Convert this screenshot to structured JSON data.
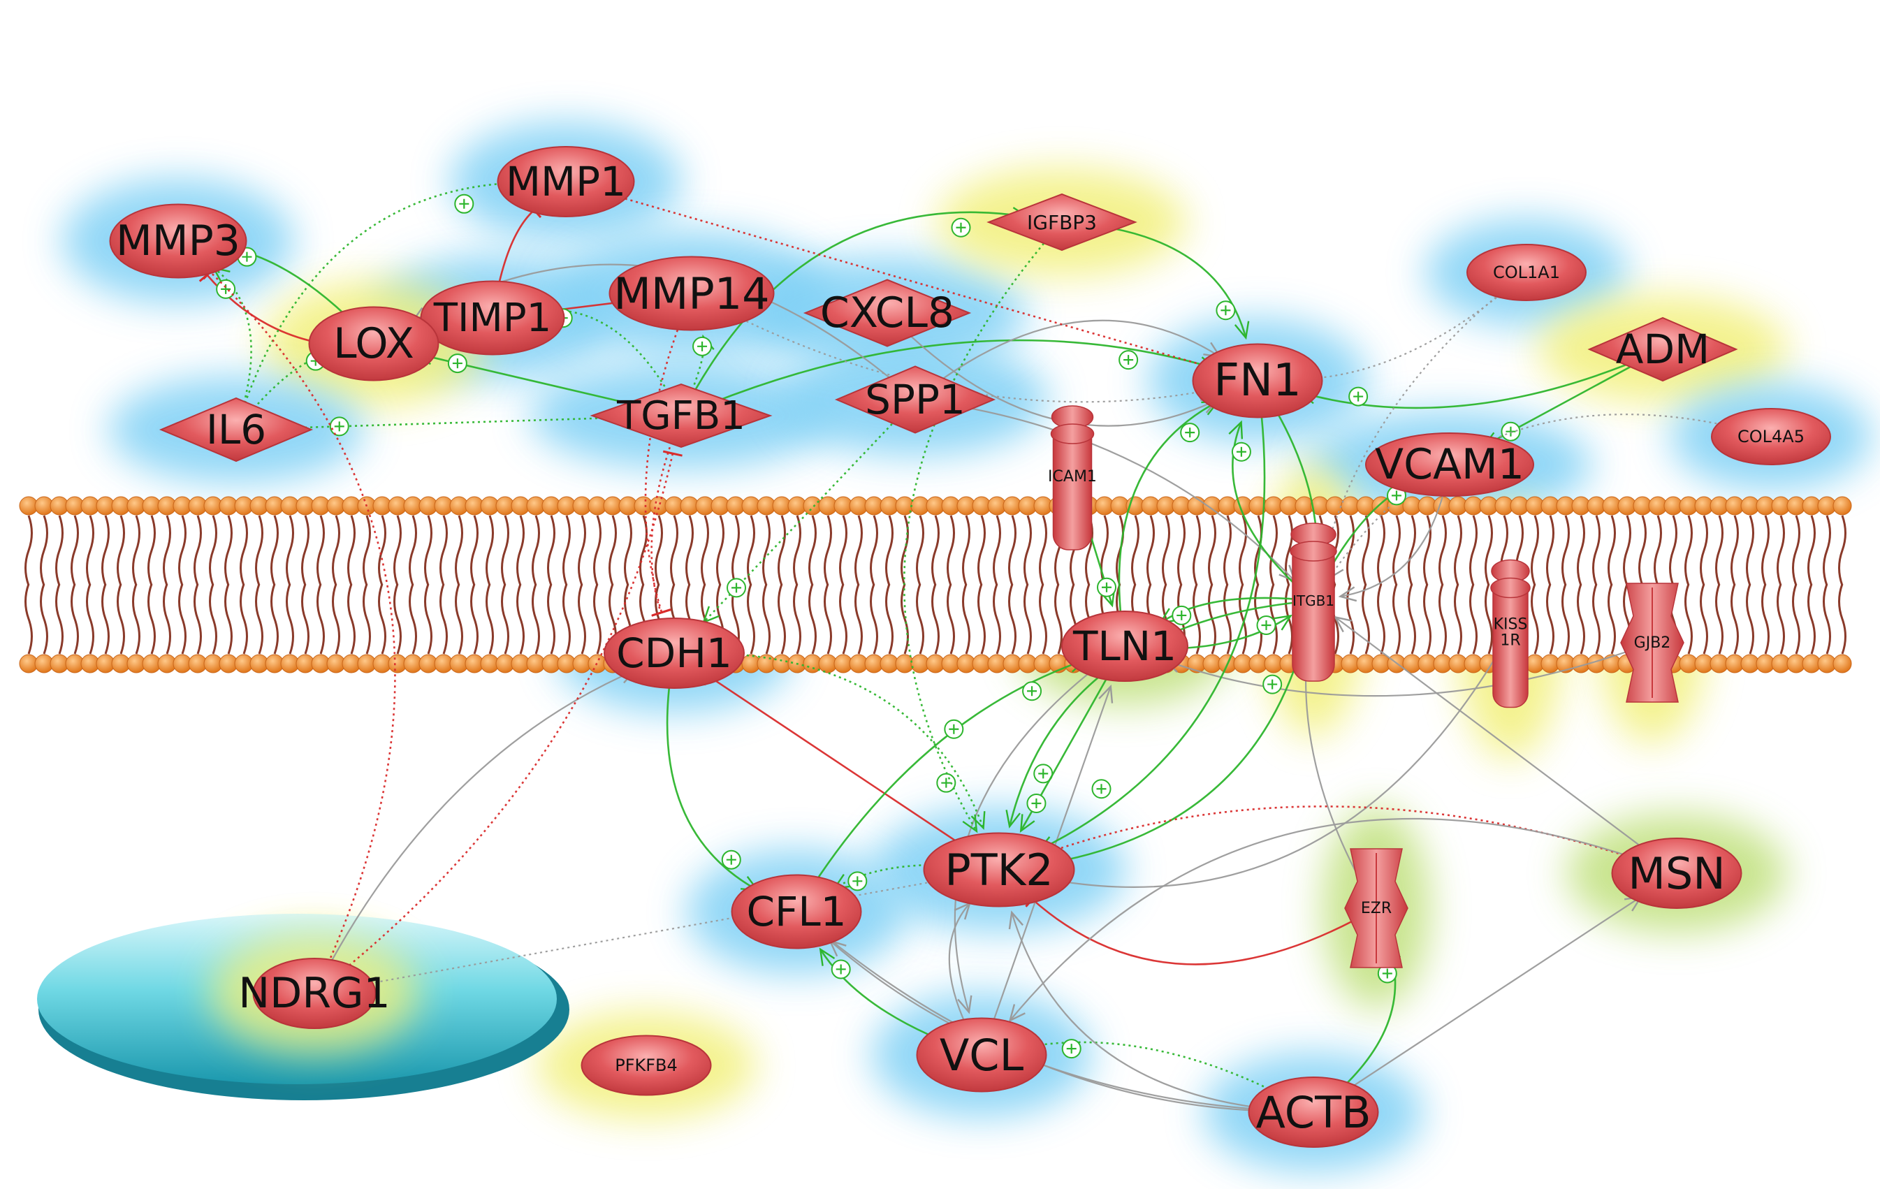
{
  "colors": {
    "node_fill": "#e2555a",
    "node_light": "#f7a3a3",
    "activation": "#2db52d",
    "inhibition": "#d92b2b",
    "neutral": "#9a9a9a",
    "membrane_head": "#f08a1e",
    "membrane_tail": "#8a3a2a",
    "halo_blue": "#7fd0f5",
    "halo_yellow": "#f2f07a",
    "halo_green": "#bfe07a",
    "nucleus": "#36bccb"
  },
  "nodes": [
    {
      "id": "MMP3",
      "label": "MMP3",
      "shape": "ellipse",
      "halo": "blue"
    },
    {
      "id": "MMP1",
      "label": "MMP1",
      "shape": "ellipse",
      "halo": "blue"
    },
    {
      "id": "TIMP1",
      "label": "TIMP1",
      "shape": "ellipse",
      "halo": "blue"
    },
    {
      "id": "MMP14",
      "label": "MMP14",
      "shape": "ellipse",
      "halo": "blue"
    },
    {
      "id": "LOX",
      "label": "LOX",
      "shape": "ellipse",
      "halo": "yellow"
    },
    {
      "id": "IL6",
      "label": "IL6",
      "shape": "diamond",
      "halo": "blue"
    },
    {
      "id": "TGFB1",
      "label": "TGFB1",
      "shape": "diamond",
      "halo": "blue"
    },
    {
      "id": "SPP1",
      "label": "SPP1",
      "shape": "diamond",
      "halo": "blue"
    },
    {
      "id": "CXCL8",
      "label": "CXCL8",
      "shape": "diamond",
      "halo": "blue"
    },
    {
      "id": "IGFBP3",
      "label": "IGFBP3",
      "shape": "diamond",
      "halo": "yellow"
    },
    {
      "id": "FN1",
      "label": "FN1",
      "shape": "ellipse",
      "halo": "blue"
    },
    {
      "id": "COL1A1",
      "label": "COL1A1",
      "shape": "ellipse",
      "halo": "blue"
    },
    {
      "id": "ADM",
      "label": "ADM",
      "shape": "diamond",
      "halo": "yellow"
    },
    {
      "id": "COL4A5",
      "label": "COL4A5",
      "shape": "ellipse",
      "halo": "blue"
    },
    {
      "id": "VCAM1",
      "label": "VCAM1",
      "shape": "ellipse",
      "halo": "blue"
    },
    {
      "id": "ICAM1",
      "label": "ICAM1",
      "shape": "receptor",
      "halo": "none"
    },
    {
      "id": "CDH1",
      "label": "CDH1",
      "shape": "ellipse",
      "halo": "blue"
    },
    {
      "id": "TLN1",
      "label": "TLN1",
      "shape": "ellipse",
      "halo": "green"
    },
    {
      "id": "ITGB1",
      "label": "ITGB1",
      "shape": "receptor",
      "halo": "yellow"
    },
    {
      "id": "KISS1R",
      "label": "KISS\n1R",
      "shape": "receptor",
      "halo": "yellow"
    },
    {
      "id": "GJB2",
      "label": "GJB2",
      "shape": "channel",
      "halo": "yellow"
    },
    {
      "id": "PTK2",
      "label": "PTK2",
      "shape": "ellipse",
      "halo": "blue"
    },
    {
      "id": "CFL1",
      "label": "CFL1",
      "shape": "ellipse",
      "halo": "blue"
    },
    {
      "id": "EZR",
      "label": "EZR",
      "shape": "channel",
      "halo": "green"
    },
    {
      "id": "MSN",
      "label": "MSN",
      "shape": "ellipse",
      "halo": "green"
    },
    {
      "id": "NDRG1",
      "label": "NDRG1",
      "shape": "ellipse",
      "halo": "yellow"
    },
    {
      "id": "PFKFB4",
      "label": "PFKFB4",
      "shape": "ellipse",
      "halo": "yellow"
    },
    {
      "id": "VCL",
      "label": "VCL",
      "shape": "ellipse",
      "halo": "blue"
    },
    {
      "id": "ACTB",
      "label": "ACTB",
      "shape": "ellipse",
      "halo": "blue"
    }
  ],
  "edges": [
    {
      "from": "TIMP1",
      "to": "MMP3",
      "type": "inhibition",
      "style": "solid"
    },
    {
      "from": "TIMP1",
      "to": "MMP1",
      "type": "inhibition",
      "style": "solid"
    },
    {
      "from": "TIMP1",
      "to": "MMP14",
      "type": "inhibition",
      "style": "solid"
    },
    {
      "from": "LOX",
      "to": "MMP3",
      "type": "activation",
      "style": "solid"
    },
    {
      "from": "IL6",
      "to": "MMP3",
      "type": "activation",
      "style": "dotted"
    },
    {
      "from": "IL6",
      "to": "MMP1",
      "type": "activation",
      "style": "dotted"
    },
    {
      "from": "IL6",
      "to": "LOX",
      "type": "activation",
      "style": "dotted"
    },
    {
      "from": "TGFB1",
      "to": "LOX",
      "type": "activation",
      "style": "solid"
    },
    {
      "from": "TGFB1",
      "to": "MMP14",
      "type": "activation",
      "style": "dotted"
    },
    {
      "from": "TGFB1",
      "to": "TIMP1",
      "type": "activation",
      "style": "dotted"
    },
    {
      "from": "TGFB1",
      "to": "IGFBP3",
      "type": "activation",
      "style": "solid"
    },
    {
      "from": "TGFB1",
      "to": "FN1",
      "type": "activation",
      "style": "solid"
    },
    {
      "from": "TGFB1",
      "to": "IL6",
      "type": "activation",
      "style": "dotted"
    },
    {
      "from": "TGFB1",
      "to": "CDH1",
      "type": "inhibition",
      "style": "dotted"
    },
    {
      "from": "SPP1",
      "to": "LOX",
      "type": "neutral",
      "style": "solid"
    },
    {
      "from": "SPP1",
      "to": "FN1",
      "type": "neutral",
      "style": "solid"
    },
    {
      "from": "SPP1",
      "to": "ITGB1",
      "type": "neutral",
      "style": "solid"
    },
    {
      "from": "MMP1",
      "to": "FN1",
      "type": "inhibition",
      "style": "dotted"
    },
    {
      "from": "MMP14",
      "to": "FN1",
      "type": "neutral",
      "style": "dotted"
    },
    {
      "from": "CXCL8",
      "to": "FN1",
      "type": "neutral",
      "style": "solid"
    },
    {
      "from": "IGFBP3",
      "to": "FN1",
      "type": "activation",
      "style": "solid"
    },
    {
      "from": "ADM",
      "to": "FN1",
      "type": "activation",
      "style": "solid"
    },
    {
      "from": "ADM",
      "to": "VCAM1",
      "type": "activation",
      "style": "solid"
    },
    {
      "from": "COL1A1",
      "to": "ITGB1",
      "type": "neutral",
      "style": "dotted"
    },
    {
      "from": "COL4A5",
      "to": "ITGB1",
      "type": "neutral",
      "style": "dotted"
    },
    {
      "from": "VCAM1",
      "to": "ITGB1",
      "type": "neutral",
      "style": "solid"
    },
    {
      "from": "FN1",
      "to": "ITGB1",
      "type": "activation",
      "style": "solid"
    },
    {
      "from": "ICAM1",
      "to": "TLN1",
      "type": "activation",
      "style": "solid"
    },
    {
      "from": "ITGB1",
      "to": "TLN1",
      "type": "activation",
      "style": "solid"
    },
    {
      "from": "ITGB1",
      "to": "PTK2",
      "type": "activation",
      "style": "solid"
    },
    {
      "from": "ITGB1",
      "to": "FN1",
      "type": "activation",
      "style": "solid"
    },
    {
      "from": "ITGB1",
      "to": "VCAM1",
      "type": "activation",
      "style": "solid"
    },
    {
      "from": "TLN1",
      "to": "PTK2",
      "type": "activation",
      "style": "solid"
    },
    {
      "from": "TLN1",
      "to": "ITGB1",
      "type": "activation",
      "style": "solid"
    },
    {
      "from": "TLN1",
      "to": "VCL",
      "type": "neutral",
      "style": "solid"
    },
    {
      "from": "KISS1R",
      "to": "PTK2",
      "type": "neutral",
      "style": "solid"
    },
    {
      "from": "GJB2",
      "to": "TLN1",
      "type": "neutral",
      "style": "solid"
    },
    {
      "from": "PTK2",
      "to": "CDH1",
      "type": "inhibition",
      "style": "solid"
    },
    {
      "from": "PTK2",
      "to": "CFL1",
      "type": "activation",
      "style": "dotted"
    },
    {
      "from": "PTK2",
      "to": "ITGB1",
      "type": "activation",
      "style": "solid"
    },
    {
      "from": "EZR",
      "to": "PTK2",
      "type": "inhibition",
      "style": "solid"
    },
    {
      "from": "EZR",
      "to": "ITGB1",
      "type": "neutral",
      "style": "solid"
    },
    {
      "from": "MSN",
      "to": "ITGB1",
      "type": "neutral",
      "style": "solid"
    },
    {
      "from": "MSN",
      "to": "PTK2",
      "type": "inhibition",
      "style": "dotted"
    },
    {
      "from": "MSN",
      "to": "VCL",
      "type": "neutral",
      "style": "solid"
    },
    {
      "from": "VCL",
      "to": "PTK2",
      "type": "neutral",
      "style": "solid"
    },
    {
      "from": "VCL",
      "to": "CFL1",
      "type": "activation",
      "style": "solid"
    },
    {
      "from": "VCL",
      "to": "TLN1",
      "type": "neutral",
      "style": "solid"
    },
    {
      "from": "ACTB",
      "to": "VCL",
      "type": "activation",
      "style": "dotted"
    },
    {
      "from": "ACTB",
      "to": "EZR",
      "type": "activation",
      "style": "solid"
    },
    {
      "from": "ACTB",
      "to": "PTK2",
      "type": "neutral",
      "style": "solid"
    },
    {
      "from": "ACTB",
      "to": "CFL1",
      "type": "neutral",
      "style": "solid"
    },
    {
      "from": "ACTB",
      "to": "MSN",
      "type": "neutral",
      "style": "solid"
    },
    {
      "from": "CFL1",
      "to": "ACTB",
      "type": "neutral",
      "style": "solid"
    },
    {
      "from": "CDH1",
      "to": "CFL1",
      "type": "activation",
      "style": "solid"
    },
    {
      "from": "CDH1",
      "to": "PTK2",
      "type": "activation",
      "style": "dotted"
    },
    {
      "from": "NDRG1",
      "to": "CDH1",
      "type": "neutral",
      "style": "solid"
    },
    {
      "from": "NDRG1",
      "to": "PTK2",
      "type": "neutral",
      "style": "dotted"
    },
    {
      "from": "NDRG1",
      "to": "TGFB1",
      "type": "inhibition",
      "style": "dotted"
    },
    {
      "from": "NDRG1",
      "to": "MMP3",
      "type": "inhibition",
      "style": "dotted"
    },
    {
      "from": "TLN1",
      "to": "FN1",
      "type": "activation",
      "style": "solid"
    },
    {
      "from": "CFL1",
      "to": "TLN1",
      "type": "activation",
      "style": "solid"
    },
    {
      "from": "SPP1",
      "to": "CDH1",
      "type": "activation",
      "style": "dotted"
    },
    {
      "from": "MMP14",
      "to": "CDH1",
      "type": "inhibition",
      "style": "dotted"
    },
    {
      "from": "IGFBP3",
      "to": "PTK2",
      "type": "activation",
      "style": "dotted"
    },
    {
      "from": "FN1",
      "to": "PTK2",
      "type": "activation",
      "style": "solid"
    },
    {
      "from": "COL1A1",
      "to": "FN1",
      "type": "neutral",
      "style": "dotted"
    }
  ]
}
